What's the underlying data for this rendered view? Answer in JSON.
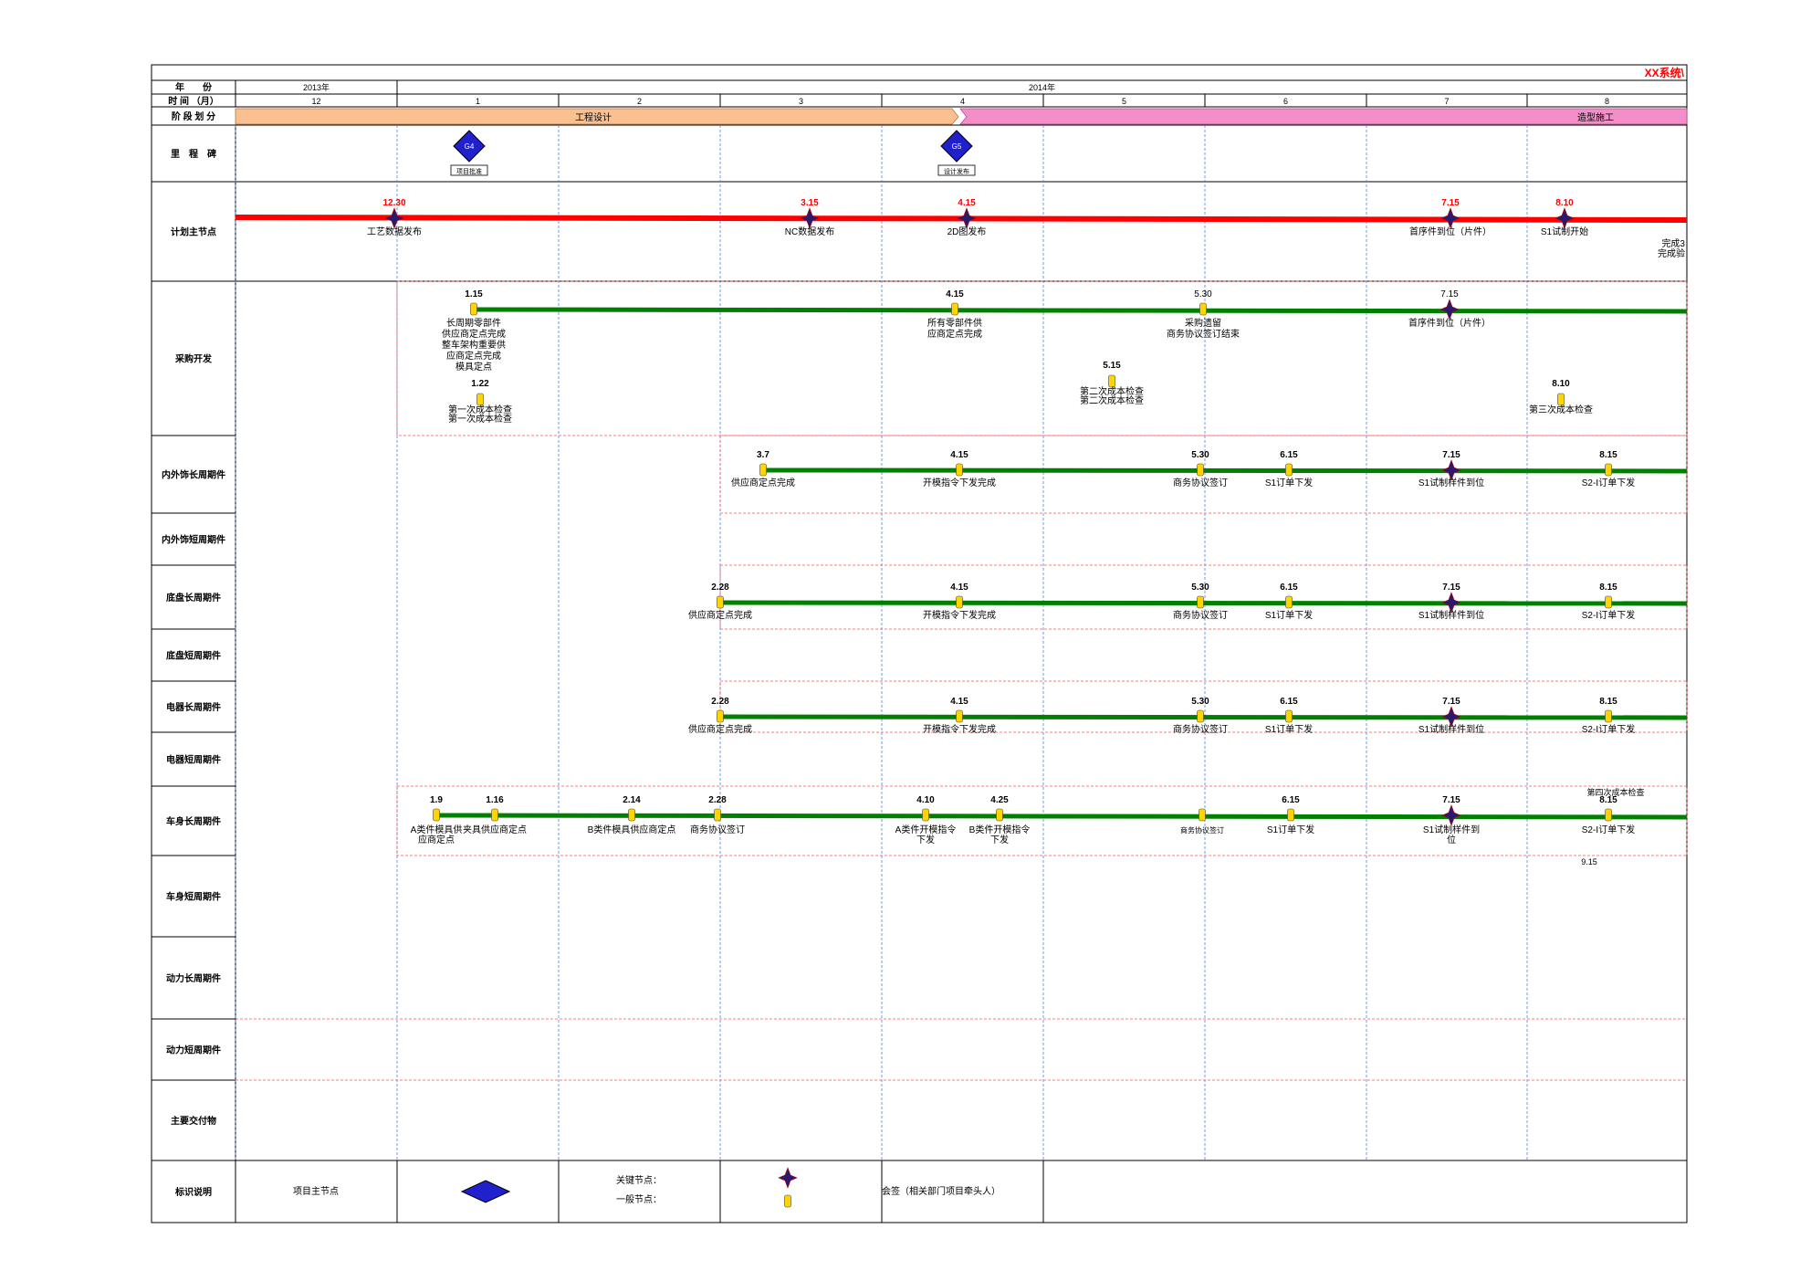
{
  "doc_title": "XX系统\\",
  "header": {
    "year_label": "年　　份",
    "month_label": "时 间 （月）",
    "phase_label": "阶 段 划 分",
    "years": [
      "2013年",
      "2014年"
    ],
    "months": [
      "12",
      "1",
      "2",
      "3",
      "4",
      "5",
      "6",
      "7",
      "8"
    ]
  },
  "phases": [
    {
      "label": "工程设计",
      "color": "#fac090"
    },
    {
      "label": "造型施工",
      "color": "#f48ec8"
    }
  ],
  "row_labels": [
    "里　程　碑",
    "计划主节点",
    "采购开发",
    "内外饰长周期件",
    "内外饰短周期件",
    "底盘长周期件",
    "底盘短周期件",
    "电器长周期件",
    "电器短周期件",
    "车身长周期件",
    "车身短周期件",
    "动力长周期件",
    "动力短周期件",
    "主要交付物",
    "标识说明"
  ],
  "milestones": [
    {
      "code": "G4",
      "caption": "项目批准",
      "month": 1
    },
    {
      "code": "G5",
      "caption": "设计发布",
      "month": 4
    }
  ],
  "plan": {
    "line_color": "#ff0000",
    "nodes": [
      {
        "date": "12.30",
        "label": "工艺数据发布"
      },
      {
        "date": "3.15",
        "label": "NC数据发布"
      },
      {
        "date": "4.15",
        "label": "2D图发布"
      },
      {
        "date": "7.15",
        "label": "首序件到位（片件）"
      },
      {
        "date": "8.10",
        "label": "S1试制开始"
      }
    ],
    "edge_text": [
      "完成3",
      "完成验"
    ]
  },
  "procurement": {
    "line_color": "#008000",
    "top": [
      {
        "date": "1.15",
        "label": [
          "长周期零部件",
          "供应商定点完成",
          "整车架构重要供",
          "应商定点完成",
          "模具定点"
        ]
      },
      {
        "date": "4.15",
        "label": [
          "所有零部件供",
          "应商定点完成"
        ]
      },
      {
        "date": "5.30",
        "label": [
          "采购遗留",
          "商务协议签订结束"
        ]
      },
      {
        "date": "7.15",
        "label": [
          "首序件到位（片件）"
        ]
      }
    ],
    "bottom": [
      {
        "date": "1.22",
        "label": [
          "第一次成本检查",
          "第一次成本检查"
        ]
      },
      {
        "date": "5.15",
        "label": [
          "第二次成本检查",
          "第二次成本检查"
        ]
      },
      {
        "date": "8.10",
        "label": [
          "第三次成本检查"
        ]
      }
    ]
  },
  "trim_long": [
    {
      "date": "3.7",
      "label": "供应商定点完成"
    },
    {
      "date": "4.15",
      "label": "开模指令下发完成"
    },
    {
      "date": "5.30",
      "label": "商务协议签订"
    },
    {
      "date": "6.15",
      "label": "S1订单下发"
    },
    {
      "date": "7.15",
      "label": "S1试制样件到位"
    },
    {
      "date": "8.15",
      "label": "S2-Ⅰ订单下发"
    }
  ],
  "chassis_long": [
    {
      "date": "2.28",
      "label": "供应商定点完成"
    },
    {
      "date": "4.15",
      "label": "开模指令下发完成"
    },
    {
      "date": "5.30",
      "label": "商务协议签订"
    },
    {
      "date": "6.15",
      "label": "S1订单下发"
    },
    {
      "date": "7.15",
      "label": "S1试制样件到位"
    },
    {
      "date": "8.15",
      "label": "S2-Ⅰ订单下发"
    }
  ],
  "electric_long": [
    {
      "date": "2.28",
      "label": "供应商定点完成"
    },
    {
      "date": "4.15",
      "label": "开模指令下发完成"
    },
    {
      "date": "5.30",
      "label": "商务协议签订"
    },
    {
      "date": "6.15",
      "label": "S1订单下发"
    },
    {
      "date": "7.15",
      "label": "S1试制样件到位"
    },
    {
      "date": "8.15",
      "label": "S2-Ⅰ订单下发"
    }
  ],
  "body_long": {
    "nodes": [
      {
        "date": "1.9",
        "label": [
          "A类件模具供",
          "应商定点"
        ]
      },
      {
        "date": "1.16",
        "label": [
          "夹具供应商定点"
        ]
      },
      {
        "date": "2.14",
        "label": [
          "B类件模具供应商定点"
        ]
      },
      {
        "date": "2.28",
        "label": [
          "商务协议签订"
        ]
      },
      {
        "date": "4.10",
        "label": [
          "A类件开模指令",
          "下发"
        ]
      },
      {
        "date": "4.25",
        "label": [
          "B类件开模指令",
          "下发"
        ]
      },
      {
        "date": "",
        "label": [
          "商务协议签订"
        ]
      },
      {
        "date": "6.15",
        "label": [
          "S1订单下发"
        ]
      },
      {
        "date": "7.15",
        "label": [
          "S1试制样件到",
          "位"
        ]
      },
      {
        "date": "8.15",
        "label": [
          "S2-Ⅰ订单下发"
        ]
      }
    ],
    "extra": [
      "第四次成本检查",
      "9.15"
    ]
  },
  "legend": {
    "item1": "项目主节点",
    "key": "关键节点：",
    "general": "一般节点：",
    "sign": "会签（相关部门项目牵头人）"
  }
}
